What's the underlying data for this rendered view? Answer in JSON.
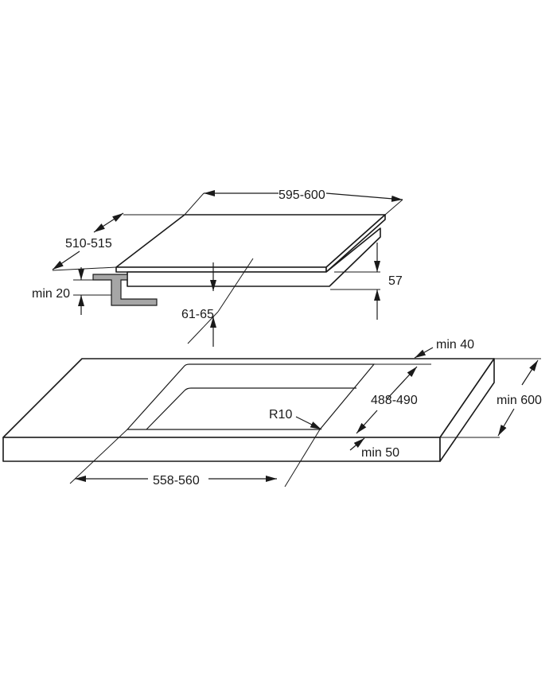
{
  "dimensions": {
    "hob_width": "595-600",
    "hob_depth": "510-515",
    "hob_height": "57",
    "bracket_clearance": "min 20",
    "worktop_thickness": "61-65",
    "rear_clearance": "min 40",
    "cutout_depth": "488-490",
    "worktop_depth": "min 600",
    "corner_radius": "R10",
    "front_clearance": "min 50",
    "cutout_width": "558-560"
  },
  "colors": {
    "line": "#1a1a1a",
    "bracket_fill": "#a6a6a6",
    "background": "#ffffff"
  }
}
